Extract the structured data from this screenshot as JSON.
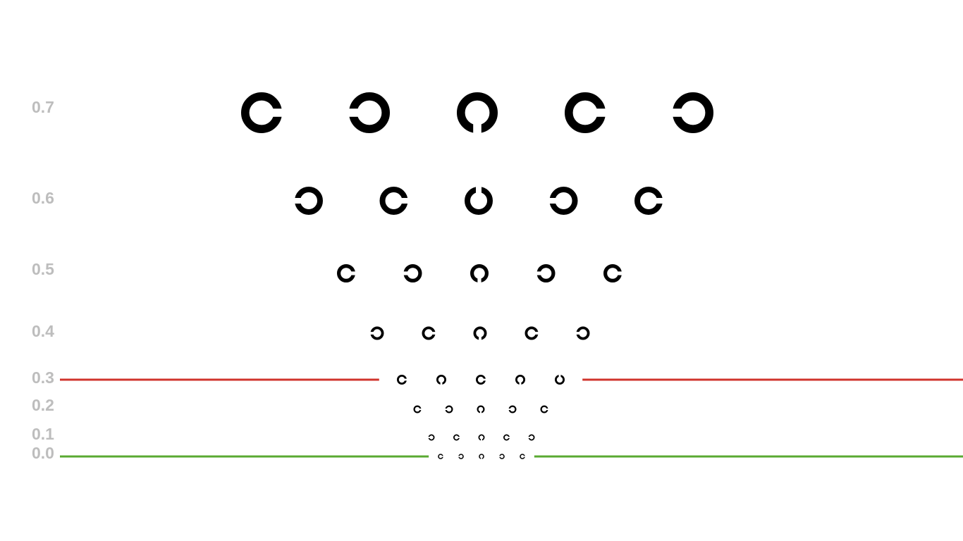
{
  "chart": {
    "colors": {
      "optotype": "#000000",
      "label": "#bdbdbd",
      "red_line": "#d0342c",
      "green_line": "#5aaa32",
      "background": "#ffffff"
    },
    "rows": [
      {
        "label": "0.7",
        "gaps": [
          "right",
          "left",
          "down",
          "right",
          "left"
        ]
      },
      {
        "label": "0.6",
        "gaps": [
          "left",
          "right",
          "up",
          "left",
          "right"
        ]
      },
      {
        "label": "0.5",
        "gaps": [
          "right",
          "left",
          "down",
          "left",
          "right"
        ]
      },
      {
        "label": "0.4",
        "gaps": [
          "left",
          "right",
          "down",
          "right",
          "left"
        ]
      },
      {
        "label": "0.3",
        "gaps": [
          "right",
          "down",
          "right",
          "down",
          "up"
        ]
      },
      {
        "label": "0.2",
        "gaps": [
          "right",
          "left",
          "down",
          "left",
          "right"
        ]
      },
      {
        "label": "0.1",
        "gaps": [
          "left",
          "right",
          "down",
          "right",
          "left"
        ]
      },
      {
        "label": "0.0",
        "gaps": [
          "right",
          "left",
          "down",
          "left",
          "right"
        ]
      }
    ],
    "reference_lines": [
      {
        "row_label": "0.3",
        "color": "red"
      },
      {
        "row_label": "0.0",
        "color": "green"
      }
    ]
  }
}
